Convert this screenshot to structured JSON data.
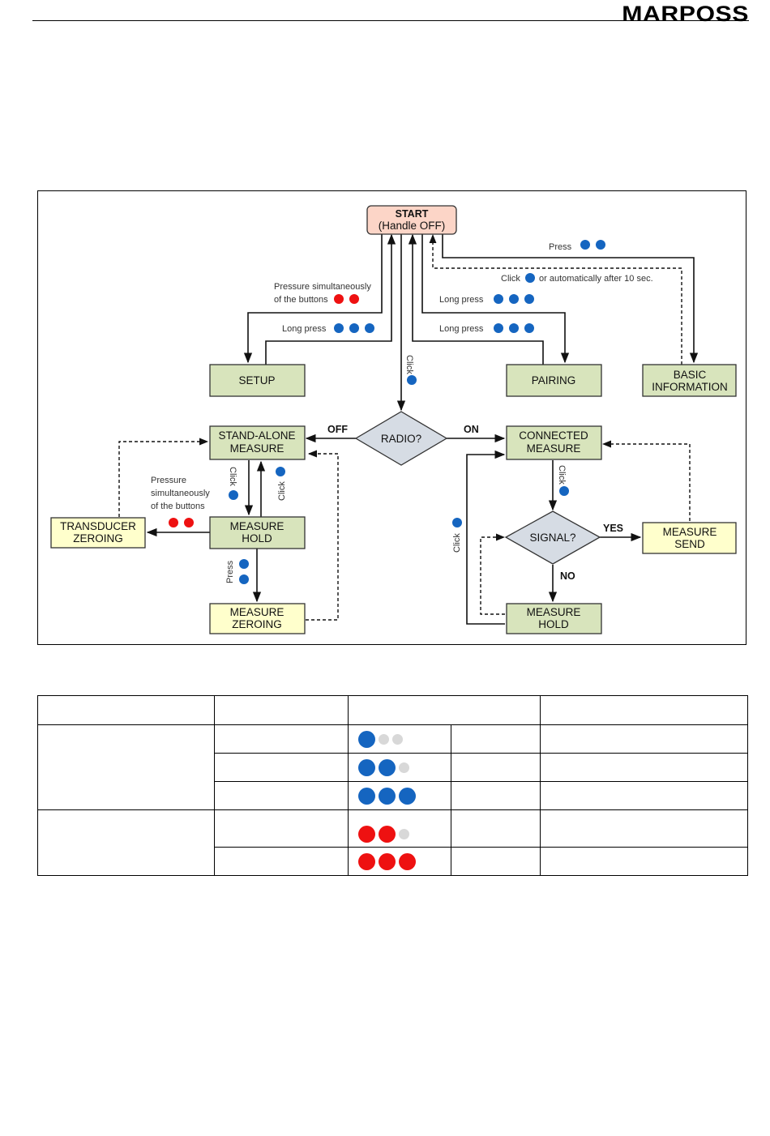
{
  "header": {
    "logo_text": "MARPOSS"
  },
  "colors": {
    "blue": "#1565c0",
    "red": "#ee1111",
    "grey": "#d8d8d8",
    "start_fill": "#fcd5c7",
    "green_fill": "#d8e4bc",
    "yellow_fill": "#ffffcc",
    "diamond_fill": "#d6dce4"
  },
  "flowchart": {
    "nodes": {
      "start": [
        "START",
        "(Handle OFF)"
      ],
      "setup": [
        "SETUP"
      ],
      "pairing": [
        "PAIRING"
      ],
      "basic_information": [
        "BASIC",
        "INFORMATION"
      ],
      "radio": [
        "RADIO?"
      ],
      "standalone_measure": [
        "STAND-ALONE",
        "MEASURE"
      ],
      "connected_measure": [
        "CONNECTED",
        "MEASURE"
      ],
      "measure_hold_left": [
        "MEASURE",
        "HOLD"
      ],
      "transducer_zeroing": [
        "TRANSDUCER",
        "ZEROING"
      ],
      "measure_zeroing": [
        "MEASURE",
        "ZEROING"
      ],
      "signal": [
        "SIGNAL?"
      ],
      "measure_send": [
        "MEASURE",
        "SEND"
      ],
      "measure_hold_right": [
        "MEASURE",
        "HOLD"
      ]
    },
    "edge_labels": {
      "pressure_simultaneously": [
        "Pressure simultaneously",
        "of the buttons"
      ],
      "long_press": "Long press",
      "press": "Press",
      "click": "Click",
      "click_auto": "or automatically after 10 sec.",
      "pressure_simultaneously_left": [
        "Pressure",
        "simultaneously",
        "of the buttons"
      ],
      "off": "OFF",
      "on": "ON",
      "yes": "YES",
      "no": "NO"
    }
  },
  "led_table": {
    "rows": [
      {
        "leds": [
          "blue",
          "grey",
          "grey"
        ]
      },
      {
        "leds": [
          "blue",
          "blue",
          "grey"
        ]
      },
      {
        "leds": [
          "blue",
          "blue",
          "blue"
        ]
      },
      {
        "leds": [
          "red",
          "red",
          "grey"
        ]
      },
      {
        "leds": [
          "red",
          "red",
          "red"
        ]
      }
    ]
  }
}
